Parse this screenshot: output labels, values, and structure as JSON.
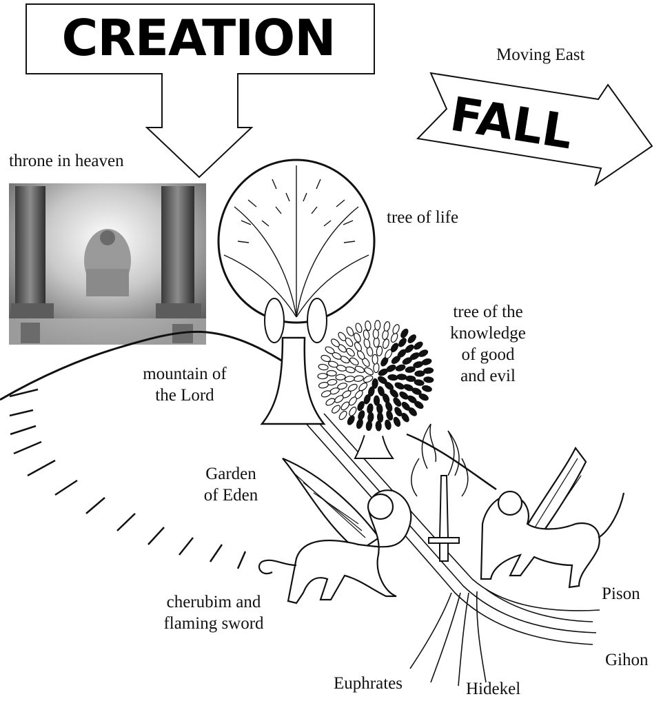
{
  "banners": {
    "creation": "CREATION",
    "fall": "FALL"
  },
  "labels": {
    "moving_east": "Moving East",
    "throne": "throne in heaven",
    "tree_of_life": "tree of life",
    "tree_knowledge": [
      "tree of the",
      "knowledge",
      "of good",
      "and evil"
    ],
    "mountain": [
      "mountain of",
      "the Lord"
    ],
    "garden": [
      "Garden",
      "of Eden"
    ],
    "cherubim": [
      "cherubim and",
      "flaming sword"
    ],
    "rivers": {
      "pison": "Pison",
      "gihon": "Gihon",
      "euphrates": "Euphrates",
      "hidekel": "Hidekel"
    }
  },
  "icons": {
    "throne_image": "throne-painting-icon",
    "tree_of_life": "tree-of-life-icon",
    "tree_knowledge": "tree-of-knowledge-icon",
    "cherub_left": "cherub-icon",
    "cherub_right": "cherub-icon",
    "sword": "flaming-sword-icon"
  }
}
